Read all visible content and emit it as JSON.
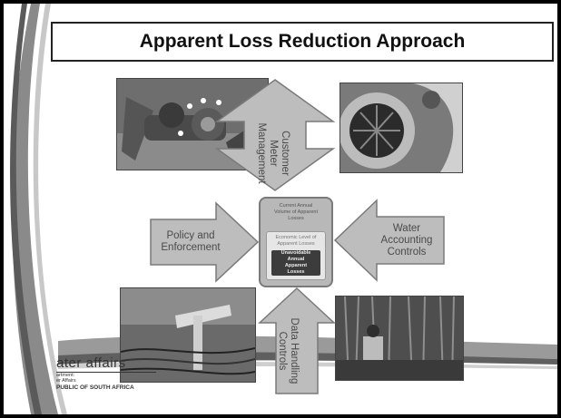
{
  "slide": {
    "title": "Apparent Loss Reduction Approach"
  },
  "arrows": {
    "top": "Customer\nMeter\nManagement",
    "left": "Policy and\nEnforcement",
    "right": "Water\nAccounting\nControls",
    "bottom": "Data Handling\nControls"
  },
  "center_box": {
    "outer_label": "Current Annual\nVolume of Apparent\nLosses",
    "mid_label": "Economic Level of\nApparent Losses",
    "inner_label": "Unavoidable\nAnnual\nApparent\nLosses"
  },
  "logo": {
    "main": "ater affairs",
    "sub1": "artment:",
    "sub2": "er Affairs",
    "country": "PUBLIC OF SOUTH AFRICA"
  },
  "colors": {
    "arrow_fill": "#bdbdbd",
    "arrow_stroke": "#7a7a7a",
    "inner_box": "#3c3c3c"
  }
}
